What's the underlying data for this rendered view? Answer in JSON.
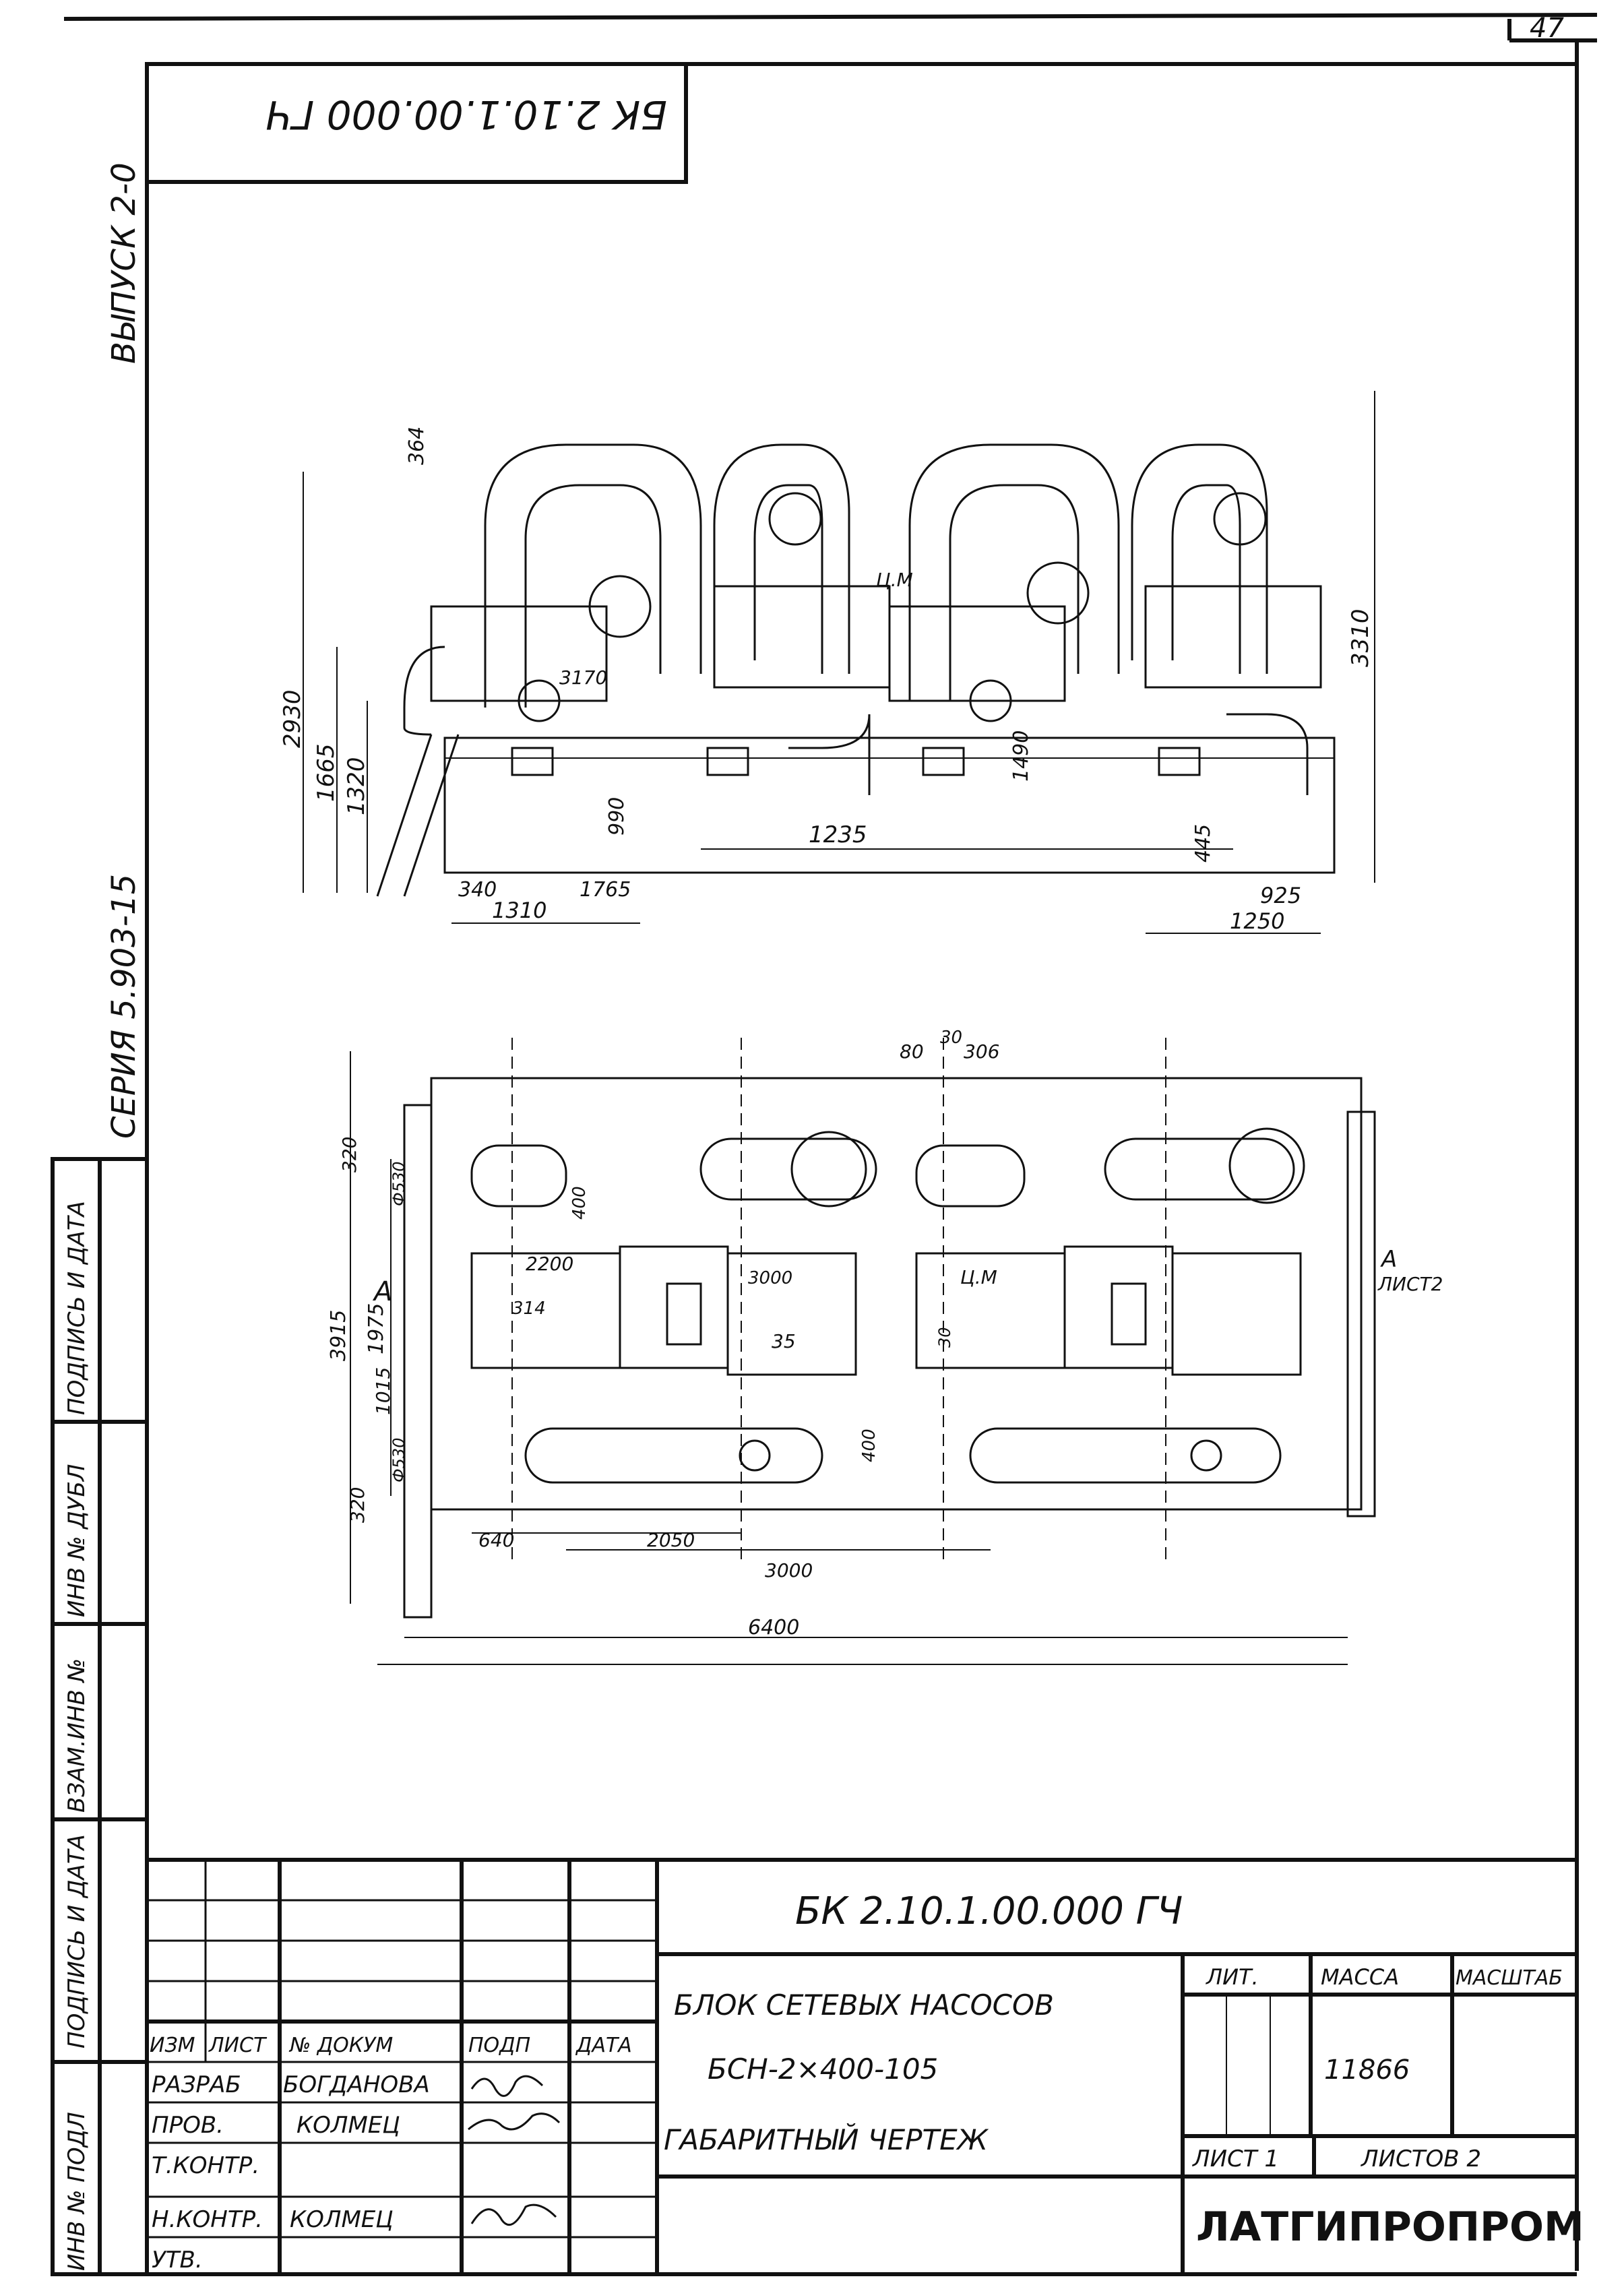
{
  "sheet": {
    "page_number": "47",
    "stamp_code_mirrored": "БК 2.10.1.00.000 ГЧ",
    "series": "СЕРИЯ 5.903-15",
    "issue": "ВЫПУСК 2-0"
  },
  "side_strip": {
    "cells": [
      "ИНВ № ПОДЛ",
      "ПОДПИСЬ И ДАТА",
      "ВЗАМ.ИНВ №",
      "ИНВ № ДУБЛ",
      "ПОДПИСЬ И ДАТА"
    ]
  },
  "elevation": {
    "dims": {
      "d364": "364",
      "d2930": "2930",
      "d1665": "1665",
      "d1320": "1320",
      "d3170": "3170",
      "d990": "990",
      "d1490": "1490",
      "d1235": "1235",
      "d445": "445",
      "d3310": "3310",
      "d340": "340",
      "d1765": "1765",
      "d1310": "1310",
      "d925": "925",
      "d1250": "1250"
    },
    "label_cm": "Ц.М"
  },
  "plan": {
    "dims": {
      "d80": "80",
      "d30top": "30",
      "d306": "306",
      "d320a": "320",
      "d530a": "Ф530",
      "d400a": "400",
      "d2200": "2200",
      "d3000a": "3000",
      "d3915": "3915",
      "d1975": "1975",
      "d314": "314",
      "d35": "35",
      "d30": "30",
      "d1015": "1015",
      "d530b": "Ф530",
      "d320b": "320",
      "d400b": "400",
      "d640": "640",
      "d2050": "2050",
      "d3000b": "3000",
      "d6400": "6400"
    },
    "label_cm": "Ц.М",
    "section_A": "A",
    "section_A_right": "A",
    "section_sheet": "ЛИСТ2"
  },
  "title_block": {
    "doc_code": "БК 2.10.1.00.000 ГЧ",
    "headers": {
      "izm": "ИЗМ",
      "list": "ЛИСТ",
      "doc_no": "№ ДОКУМ",
      "sign": "ПОДП",
      "date": "ДАТА"
    },
    "roles": [
      {
        "role": "РАЗРАБ",
        "name": "БОГДАНОВА"
      },
      {
        "role": "ПРОВ.",
        "name": "КОЛМЕЦ"
      },
      {
        "role": "Т.КОНТР.",
        "name": ""
      },
      {
        "role": "Н.КОНТР.",
        "name": "КОЛМЕЦ"
      },
      {
        "role": "УТВ.",
        "name": ""
      }
    ],
    "name_line1": "БЛОК СЕТЕВЫХ НАСОСОВ",
    "name_line2": "БСН-2×400-105",
    "name_line3": "ГАБАРИТНЫЙ ЧЕРТЕЖ",
    "lit_label": "ЛИТ.",
    "mass_label": "МАССА",
    "scale_label": "МАСШТАБ",
    "mass_value": "11866",
    "sheet_label": "ЛИСТ 1",
    "sheets_label": "ЛИСТОВ 2",
    "organization": "ЛАТГИПРОПРОМ"
  }
}
